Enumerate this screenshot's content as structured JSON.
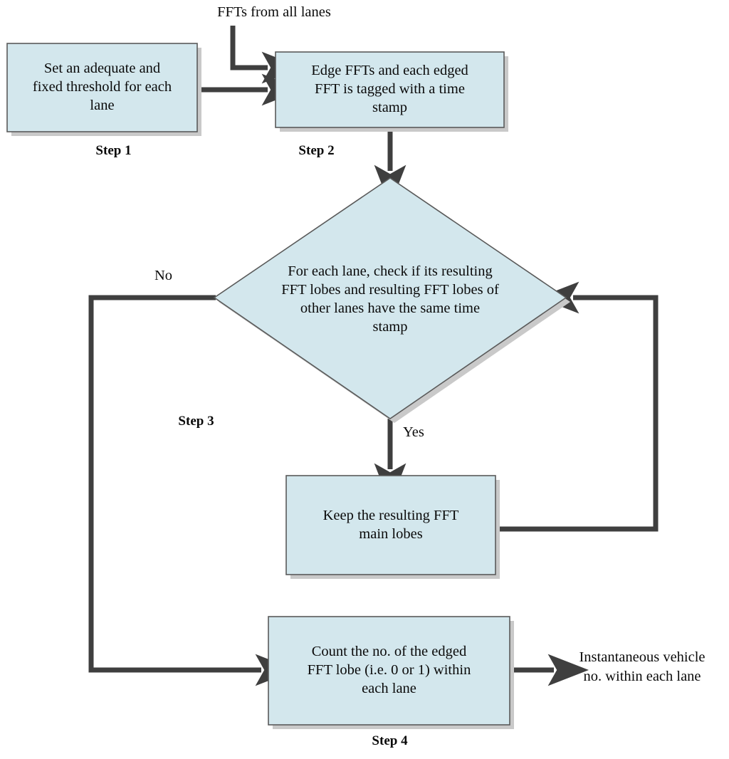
{
  "diagram": {
    "title": "FFT lane processing flowchart",
    "colors": {
      "node_fill": "#d3e7ed",
      "node_stroke": "#5a5a5a",
      "shadow": "#c9c9c9",
      "arrow": "#3f3f3f",
      "text": "#0a0a0a"
    },
    "nodes": [
      {
        "id": "step1",
        "shape": "process",
        "text": "Set an adequate and\nfixed threshold for each\nlane",
        "step_label": "Step 1"
      },
      {
        "id": "step2",
        "shape": "process",
        "text": "Edge FFTs and each edged\nFFT is tagged with a time\nstamp",
        "step_label": "Step 2"
      },
      {
        "id": "step3",
        "shape": "decision",
        "text": "For each lane, check if its resulting\nFFT lobes and resulting FFT lobes of\nother lanes have the same time\nstamp",
        "step_label": "Step 3"
      },
      {
        "id": "keep",
        "shape": "process",
        "text": "Keep the resulting FFT\nmain lobes",
        "step_label": ""
      },
      {
        "id": "step4",
        "shape": "process",
        "text": "Count the no. of the edged\nFFT lobe (i.e. 0 or 1) within\neach lane",
        "step_label": "Step 4"
      }
    ],
    "annotations": {
      "input_label": "FFTs from all lanes",
      "output_label": "Instantaneous vehicle\nno.  within each lane"
    },
    "edge_labels": {
      "no": "No",
      "yes": "Yes"
    }
  }
}
